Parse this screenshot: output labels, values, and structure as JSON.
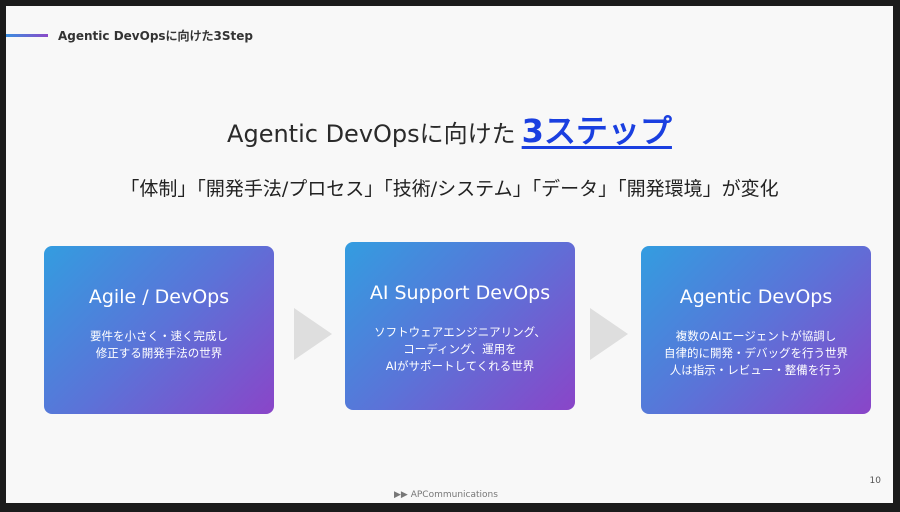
{
  "header": {
    "title": "Agentic DevOpsに向けた3Step"
  },
  "main": {
    "title_prefix": "Agentic DevOpsに向けた",
    "title_accent": "3ステップ",
    "subtitle": "「体制」「開発手法/プロセス」「技術/システム」「データ」「開発環境」が変化",
    "cards": [
      {
        "title": "Agile / DevOps",
        "desc": "要件を小さく・速く完成し\n修正する開発手法の世界"
      },
      {
        "title": "AI Support DevOps",
        "desc": "ソフトウェアエンジニアリング、\nコーディング、運用を\nAIがサポートしてくれる世界"
      },
      {
        "title": "Agentic DevOps",
        "desc": "複数のAIエージェントが協調し\n自律的に開発・デバッグを行う世界\n人は指示・レビュー・整備を行う"
      }
    ]
  },
  "footer": {
    "page": "10",
    "logo_mark": "▶▶",
    "logo": "APCommunications"
  },
  "colors": {
    "accent": "#1a3fe0",
    "grad_start": "#339de0",
    "grad_end": "#8a45c8"
  }
}
